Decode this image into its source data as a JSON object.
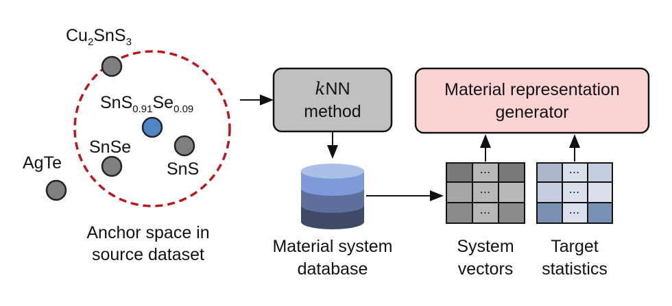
{
  "anchor_space": {
    "materials": {
      "cu2sns3": {
        "base": "Cu",
        "sub1": "2",
        "mid": "SnS",
        "sub2": "3"
      },
      "snsse": {
        "base": "SnS",
        "sub1": "0.91",
        "mid": "Se",
        "sub2": "0.09"
      },
      "snse": "SnSe",
      "sns": "SnS",
      "agte": "AgTe"
    },
    "caption_line1": "Anchor space in",
    "caption_line2": "source dataset"
  },
  "knn_box": {
    "line1_italic": "k",
    "line1_rest": "NN",
    "line2": "method"
  },
  "generator_box": {
    "line1": "Material representation",
    "line2": "generator"
  },
  "database": {
    "caption_line1": "Material system",
    "caption_line2": "database"
  },
  "system_vectors": {
    "caption_line1": "System",
    "caption_line2": "vectors",
    "ellipsis": "⋯"
  },
  "target_statistics": {
    "caption_line1": "Target",
    "caption_line2": "statistics",
    "ellipsis": "⋯"
  },
  "colors": {
    "dashed_circle": "#c0141c",
    "dot_gray": "#7f7f7f",
    "dot_blue": "#4f86c6",
    "knn_fill": "#c0c0c0",
    "generator_fill": "#fbd3d3",
    "db_top": "#7f9ad8",
    "db_mid": "#5e6f9c",
    "db_bottom": "#3f4a66",
    "vec_dark": "#7a7a7a",
    "vec_mid": "#9a9a9a",
    "vec_light": "#b8b8b8",
    "stat_1": "#a9b6cc",
    "stat_2": "#c5cee0",
    "stat_3": "#d9e0ec",
    "stat_4": "#7890b4"
  }
}
